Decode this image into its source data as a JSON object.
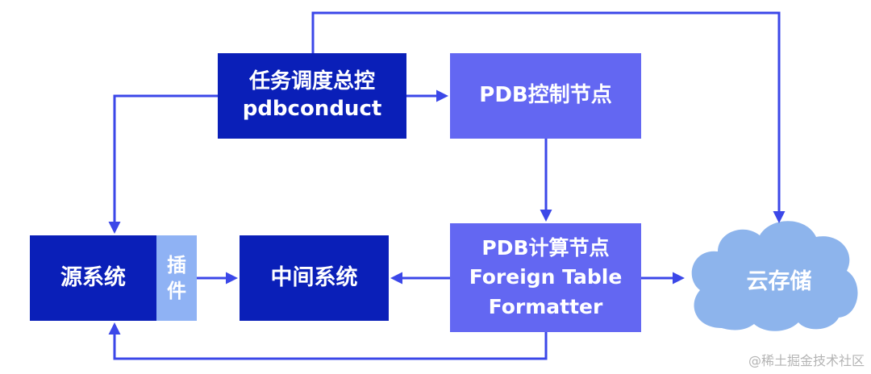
{
  "colors": {
    "dark_node": "#0a1fb8",
    "light_node": "#6367f2",
    "plugin": "#8fb2f4",
    "cloud": "#8db4ec",
    "edge": "#3b47e8"
  },
  "nodes": {
    "scheduler": {
      "line1": "任务调度总控",
      "line2": "pdbconduct"
    },
    "pdb_control": {
      "label": "PDB控制节点"
    },
    "source": {
      "label": "源系统"
    },
    "plugin": {
      "char1": "插",
      "char2": "件"
    },
    "middle": {
      "label": "中间系统"
    },
    "pdb_compute": {
      "line1": "PDB计算节点",
      "line2": "Foreign Table",
      "line3": "Formatter"
    },
    "cloud": {
      "label": "云存储",
      "icon": "cloud-icon"
    }
  },
  "watermark": "@稀土掘金技术社区"
}
